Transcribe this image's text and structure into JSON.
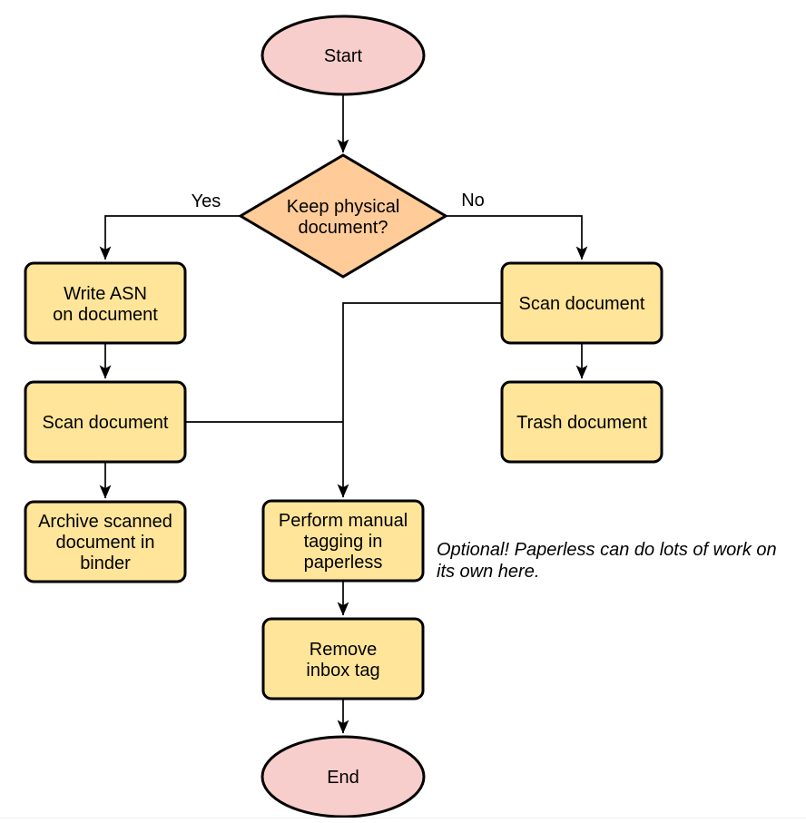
{
  "diagram": {
    "title_hint": "document-intake-flowchart",
    "palette": {
      "terminal_fill": "#F8CECC",
      "decision_fill": "#FFCC99",
      "process_fill": "#FFE599",
      "stroke": "#000000",
      "divider": "#EDF0F2"
    },
    "nodes": {
      "start": {
        "type": "terminal",
        "lines": [
          "Start"
        ]
      },
      "decision": {
        "type": "decision",
        "lines": [
          "Keep physical",
          "document?"
        ]
      },
      "write_asn": {
        "type": "process",
        "lines": [
          "Write ASN",
          "on document"
        ]
      },
      "scan_left": {
        "type": "process",
        "lines": [
          "Scan document"
        ]
      },
      "archive": {
        "type": "process",
        "lines": [
          "Archive scanned",
          "document in",
          "binder"
        ]
      },
      "scan_right": {
        "type": "process",
        "lines": [
          "Scan document"
        ]
      },
      "trash": {
        "type": "process",
        "lines": [
          "Trash document"
        ]
      },
      "tagging": {
        "type": "process",
        "lines": [
          "Perform manual",
          "tagging in",
          "paperless"
        ]
      },
      "remove_inbox": {
        "type": "process",
        "lines": [
          "Remove",
          "inbox tag"
        ]
      },
      "end": {
        "type": "terminal",
        "lines": [
          "End"
        ]
      }
    },
    "edge_labels": {
      "yes": "Yes",
      "no": "No"
    },
    "note": {
      "lines": [
        "Optional! Paperless can do lots of work on",
        "its own here."
      ]
    }
  }
}
